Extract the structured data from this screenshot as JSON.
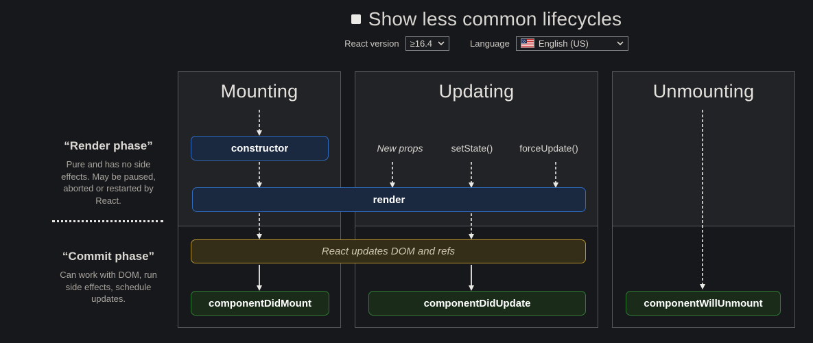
{
  "header": {
    "title": "Show less common lifecycles",
    "react_version_label": "React version",
    "react_version_value": "≥16.4",
    "language_label": "Language",
    "language_value": "English (US)"
  },
  "phase_labels": {
    "render_title": "“Render phase”",
    "render_description": "Pure and has no side effects. May be paused, aborted or restarted by React.",
    "commit_title": "“Commit phase”",
    "commit_description": "Can work with DOM, run side effects, schedule updates."
  },
  "columns": [
    {
      "title": "Mounting"
    },
    {
      "title": "Updating"
    },
    {
      "title": "Unmounting"
    }
  ],
  "triggers": [
    {
      "label": "New props"
    },
    {
      "label": "setState()"
    },
    {
      "label": "forceUpdate()"
    }
  ],
  "boxes": {
    "constructor": "constructor",
    "render": "render",
    "react_updates": "React updates DOM and refs",
    "component_did_mount": "componentDidMount",
    "component_did_update": "componentDidUpdate",
    "component_will_unmount": "componentWillUnmount"
  },
  "colors": {
    "lifecycle_method_accent": "#2e6bc0",
    "react_action_accent": "#b5922e",
    "commit_method_accent": "#2f7a33",
    "arrow": "#eceae7",
    "render_phase_bg": "#212327",
    "commit_phase_bg": "#17181b"
  }
}
